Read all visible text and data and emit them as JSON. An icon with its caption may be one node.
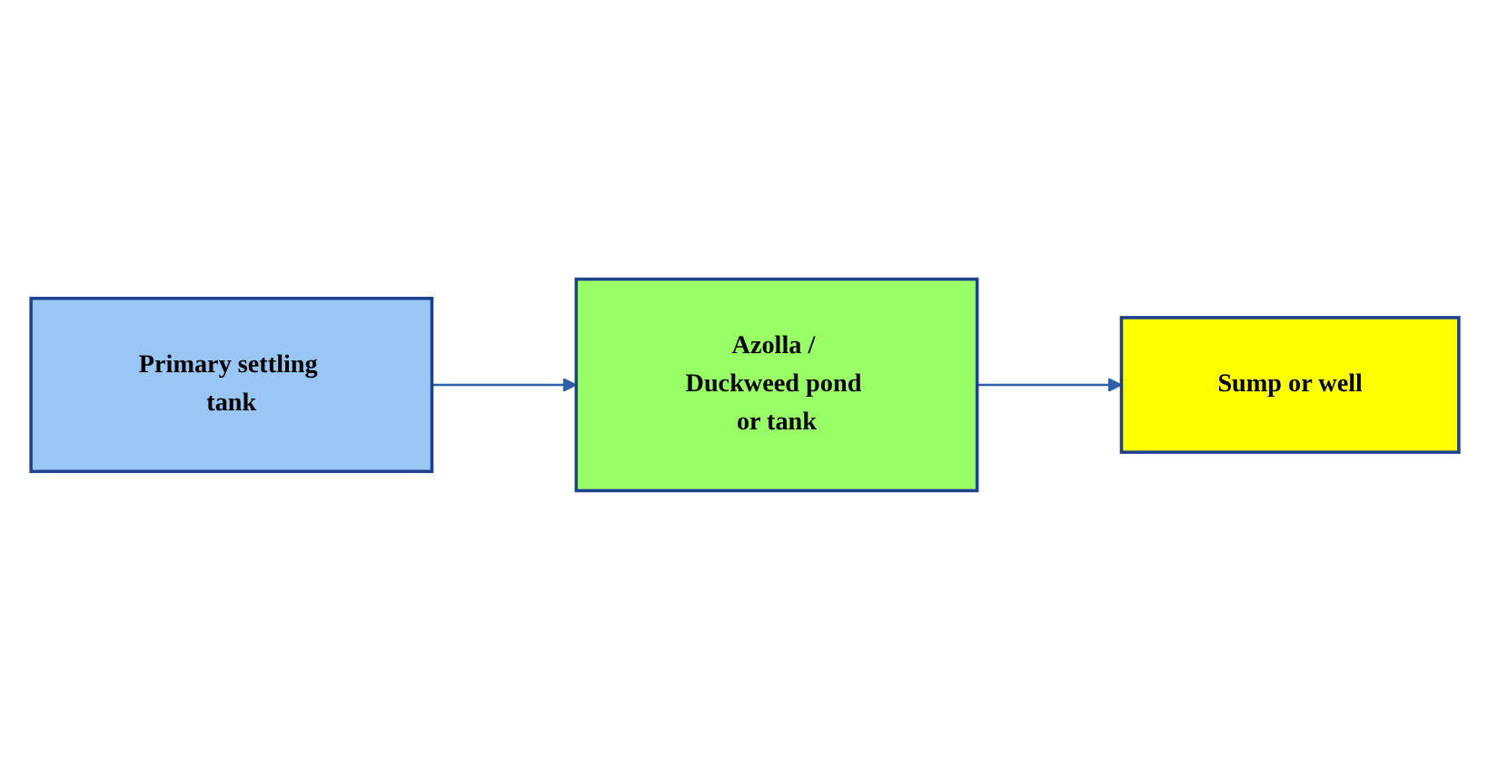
{
  "diagram": {
    "nodes": [
      {
        "text": [
          "Primary settling tank"
        ]
      },
      {
        "text": [
          "Azolla / Duckweed pond or tank"
        ]
      },
      {
        "text": [
          "Sump or well"
        ]
      }
    ],
    "edges": [
      {
        "from": 0,
        "to": 1,
        "arrow": "to"
      },
      {
        "from": 1,
        "to": 2,
        "arrow": "to"
      }
    ]
  }
}
